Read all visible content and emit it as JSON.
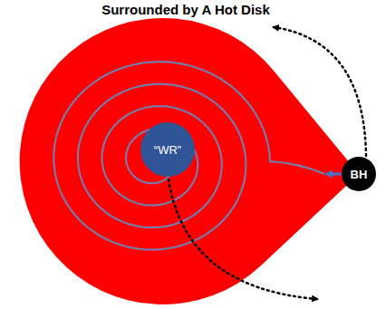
{
  "diagram": {
    "nodes": [
      {
        "text": [
          "“WR”"
        ]
      },
      {
        "text": [
          "BH"
        ]
      }
    ],
    "labels": [
      "Surrounded by A Hot Disk"
    ]
  }
}
